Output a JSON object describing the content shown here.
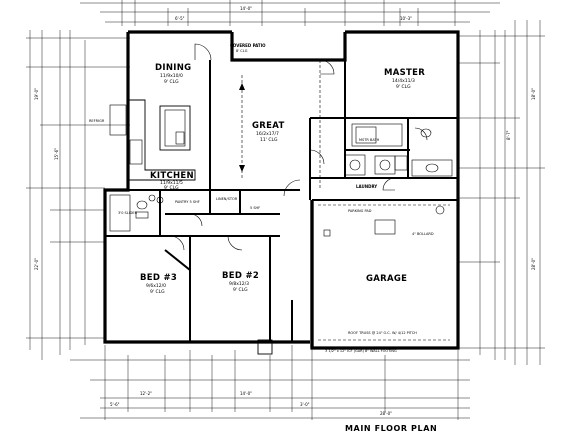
{
  "title": "MAIN FLOOR PLAN",
  "rooms": {
    "dining": {
      "name": "DINING",
      "size": "11/9x10/0",
      "ceiling": "9' CLG"
    },
    "kitchen": {
      "name": "KITCHEN",
      "size": "11/9x11/5",
      "ceiling": "9' CLG"
    },
    "great": {
      "name": "GREAT",
      "size": "16/2x17/7",
      "ceiling": "11' CLG"
    },
    "master": {
      "name": "MASTER",
      "size": "14/4x11/3",
      "ceiling": "9' CLG"
    },
    "bed3": {
      "name": "BED #3",
      "size": "9/6x12/0",
      "ceiling": "9' CLG"
    },
    "bed2": {
      "name": "BED #2",
      "size": "9/8x12/3",
      "ceiling": "9' CLG"
    },
    "garage": {
      "name": "GARAGE"
    }
  },
  "labels": {
    "covered_patio": "COVERED PATIO",
    "patio_ceiling": "8' CLG",
    "laundry": "LAUNDRY",
    "pantry": "PANTRY 5 SHF",
    "linen": "LINEN/STOR",
    "shf": "5 SHF",
    "refrig": "REFRIGR",
    "master_bath": "MSTR BATH",
    "sliding_door": "3'0 SLIDER",
    "parking_pad": "PARKING PAD",
    "garage_bollard": "4\" BOLLARD",
    "framing_note": "ROOF TRUSS @ 24\" O.C. W/ 4/12 PITCH",
    "garage_note": "3 1/2\" x 12\" ICF (GAR) 8\" WALL FOOTING"
  }
}
